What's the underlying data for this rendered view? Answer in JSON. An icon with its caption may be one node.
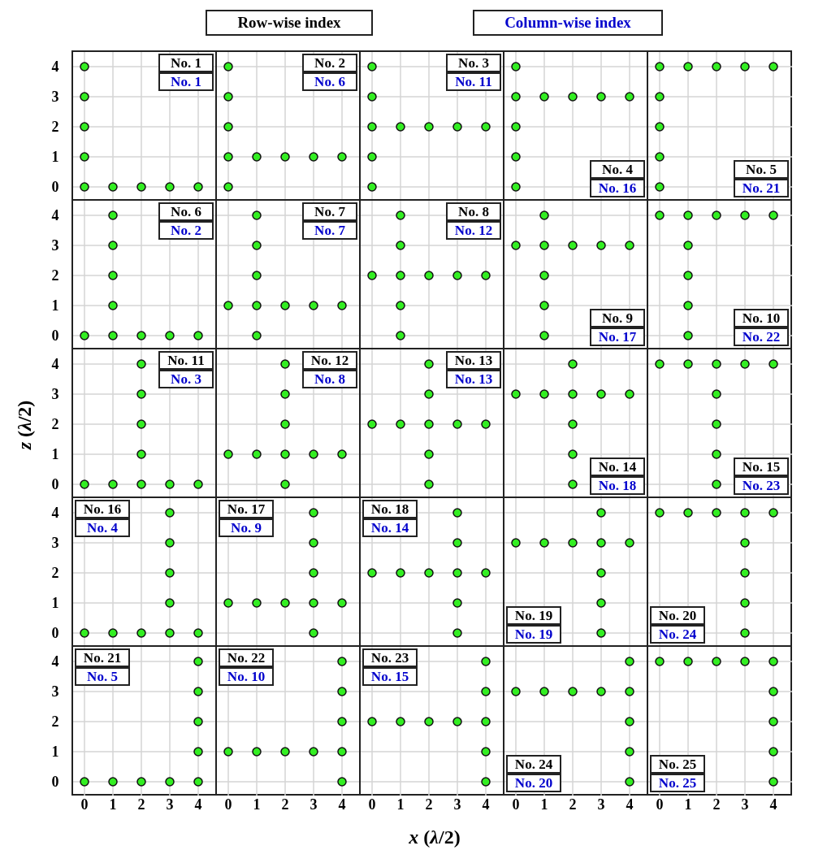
{
  "diagram": {
    "nodes": [
      {
        "text": [],
        "shape": "box"
      },
      {
        "text": [],
        "shape": "box"
      },
      {
        "text": [],
        "shape": "box"
      },
      {
        "text": [],
        "shape": "box"
      },
      {
        "text": [],
        "shape": "box"
      },
      {
        "text": [],
        "shape": "box"
      },
      {
        "text": [],
        "shape": "box"
      },
      {
        "text": [],
        "shape": "box"
      },
      {
        "text": [],
        "shape": "box"
      },
      {
        "text": [],
        "shape": "box"
      },
      {
        "text": [],
        "shape": "box"
      },
      {
        "text": [],
        "shape": "box"
      },
      {
        "text": [],
        "shape": "box"
      },
      {
        "text": [],
        "shape": "box"
      },
      {
        "text": [],
        "shape": "box"
      },
      {
        "text": [],
        "shape": "box"
      },
      {
        "text": [],
        "shape": "box"
      },
      {
        "text": [],
        "shape": "box"
      },
      {
        "text": [],
        "shape": "box"
      },
      {
        "text": [],
        "shape": "box"
      },
      {
        "text": [],
        "shape": "box"
      },
      {
        "text": [],
        "shape": "box"
      },
      {
        "text": [],
        "shape": "box"
      },
      {
        "text": [],
        "shape": "box"
      },
      {
        "text": [],
        "shape": "box"
      },
      {
        "text": [
          "No. 1",
          "No. 1"
        ],
        "in": 0
      },
      {
        "text": [
          "No. 2",
          "No. 6"
        ],
        "in": 1
      },
      {
        "text": [
          "No. 3",
          "No. 11"
        ],
        "in": 2
      },
      {
        "text": [
          "No. 4",
          "No. 16"
        ],
        "in": 3
      },
      {
        "text": [
          "No. 5",
          "No. 21"
        ],
        "in": 4
      },
      {
        "text": [
          "No. 6",
          "No. 2"
        ],
        "in": 5
      },
      {
        "text": [
          "No. 7",
          "No. 7"
        ],
        "in": 6
      },
      {
        "text": [
          "No. 8",
          "No. 12"
        ],
        "in": 7
      },
      {
        "text": [
          "No. 9",
          "No. 17"
        ],
        "in": 8
      },
      {
        "text": [
          "No. 10",
          "No. 22"
        ],
        "in": 9
      },
      {
        "text": [
          "No. 11",
          "No. 3"
        ],
        "in": 10
      },
      {
        "text": [
          "No. 12",
          "No. 8"
        ],
        "in": 11
      },
      {
        "text": [
          "No. 13",
          "No. 13"
        ],
        "in": 12
      },
      {
        "text": [
          "No. 14",
          "No. 18"
        ],
        "in": 13
      },
      {
        "text": [
          "No. 15",
          "No. 23"
        ],
        "in": 14
      },
      {
        "text": [
          "No. 16",
          "No. 4"
        ],
        "in": 15
      },
      {
        "text": [
          "No. 17",
          "No. 9"
        ],
        "in": 16
      },
      {
        "text": [
          "No. 18",
          "No. 14"
        ],
        "in": 17
      },
      {
        "text": [
          "No. 19",
          "No. 19"
        ],
        "in": 18
      },
      {
        "text": [
          "No. 20",
          "No. 24"
        ],
        "in": 19
      },
      {
        "text": [
          "No. 21",
          "No. 5"
        ],
        "in": 20
      },
      {
        "text": [
          "No. 22",
          "No. 10"
        ],
        "in": 21
      },
      {
        "text": [
          "No. 23",
          "No. 15"
        ],
        "in": 22
      },
      {
        "text": [
          "No. 24",
          "No. 20"
        ],
        "in": 23
      },
      {
        "text": [
          "No. 25",
          "No. 25"
        ],
        "in": 24
      }
    ],
    "edges": [],
    "labels": [
      "*z* (*λ*/2)",
      "4",
      "3",
      "2",
      "1",
      "0",
      "4",
      "3",
      "2",
      "1",
      "0",
      "4",
      "3",
      "2",
      "1",
      "0",
      "4",
      "3",
      "2",
      "1",
      "0",
      "4",
      "3",
      "2",
      "1",
      "0",
      "0",
      "1",
      "2",
      "3",
      "4",
      "0",
      "1",
      "2",
      "3",
      "4",
      "0",
      "1",
      "2",
      "3",
      "4",
      "0",
      "1",
      "2",
      "3",
      "4",
      "0",
      "1",
      "2",
      "3",
      "4",
      "*x* (*λ*/2)"
    ],
    "legend": [
      {
        "text": "Row-wise index"
      },
      {
        "text": "Column-wise index"
      }
    ]
  }
}
